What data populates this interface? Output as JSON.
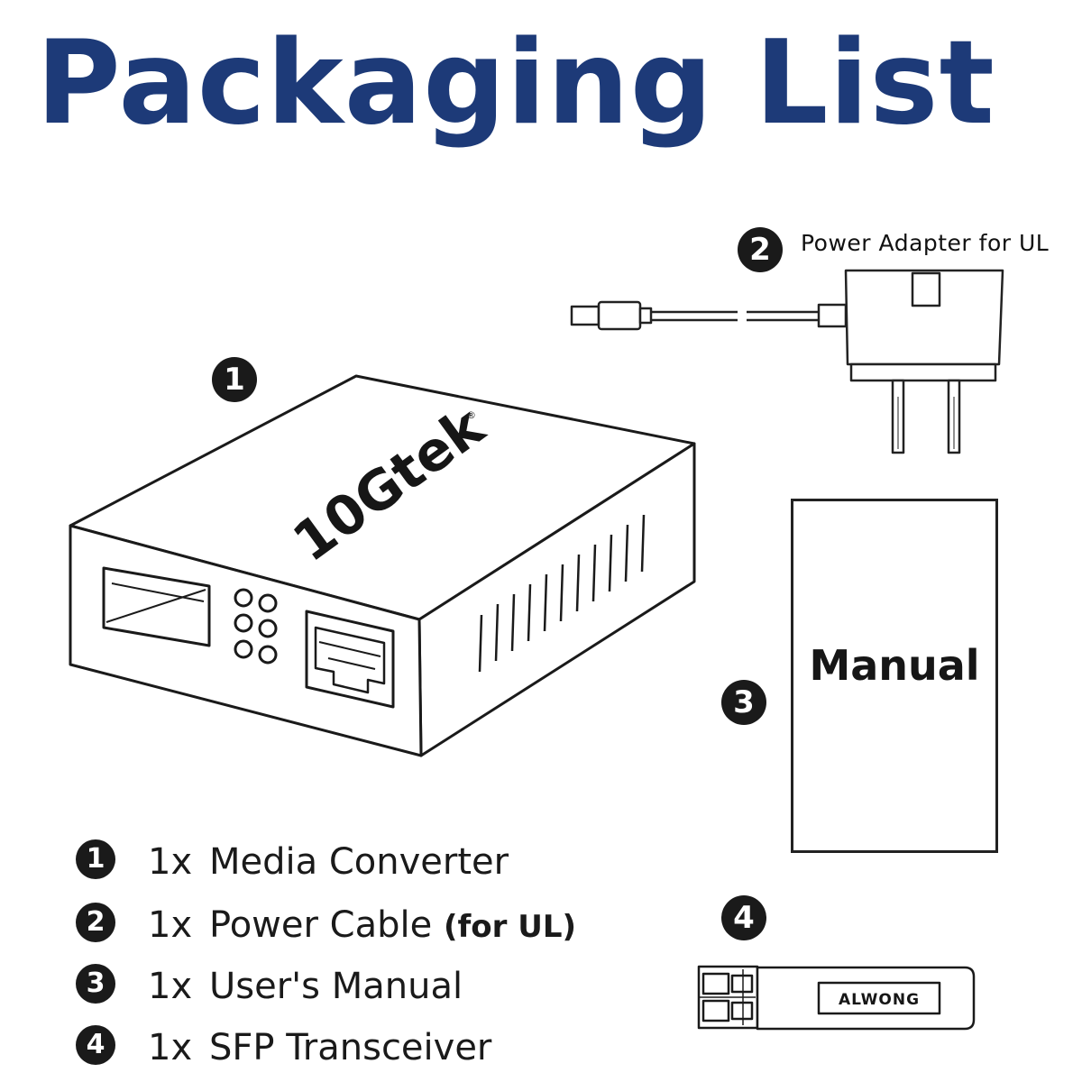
{
  "title": "Packaging List",
  "colors": {
    "title": "#1d3a78",
    "ink": "#1a1a1a"
  },
  "adapter": {
    "number": "2",
    "label": "Power Adapter for UL"
  },
  "converter": {
    "number": "1",
    "brand": "10Gtek",
    "registered_mark": "®"
  },
  "manual": {
    "number": "3",
    "label": "Manual"
  },
  "sfp": {
    "number": "4",
    "label": "ALWONG"
  },
  "items": [
    {
      "number": "1",
      "qty": "1x",
      "name": "Media Converter",
      "note": ""
    },
    {
      "number": "2",
      "qty": "1x",
      "name": "Power Cable",
      "note": "(for UL)"
    },
    {
      "number": "3",
      "qty": "1x",
      "name": "User's Manual",
      "note": ""
    },
    {
      "number": "4",
      "qty": "1x",
      "name": "SFP Transceiver",
      "note": ""
    }
  ]
}
